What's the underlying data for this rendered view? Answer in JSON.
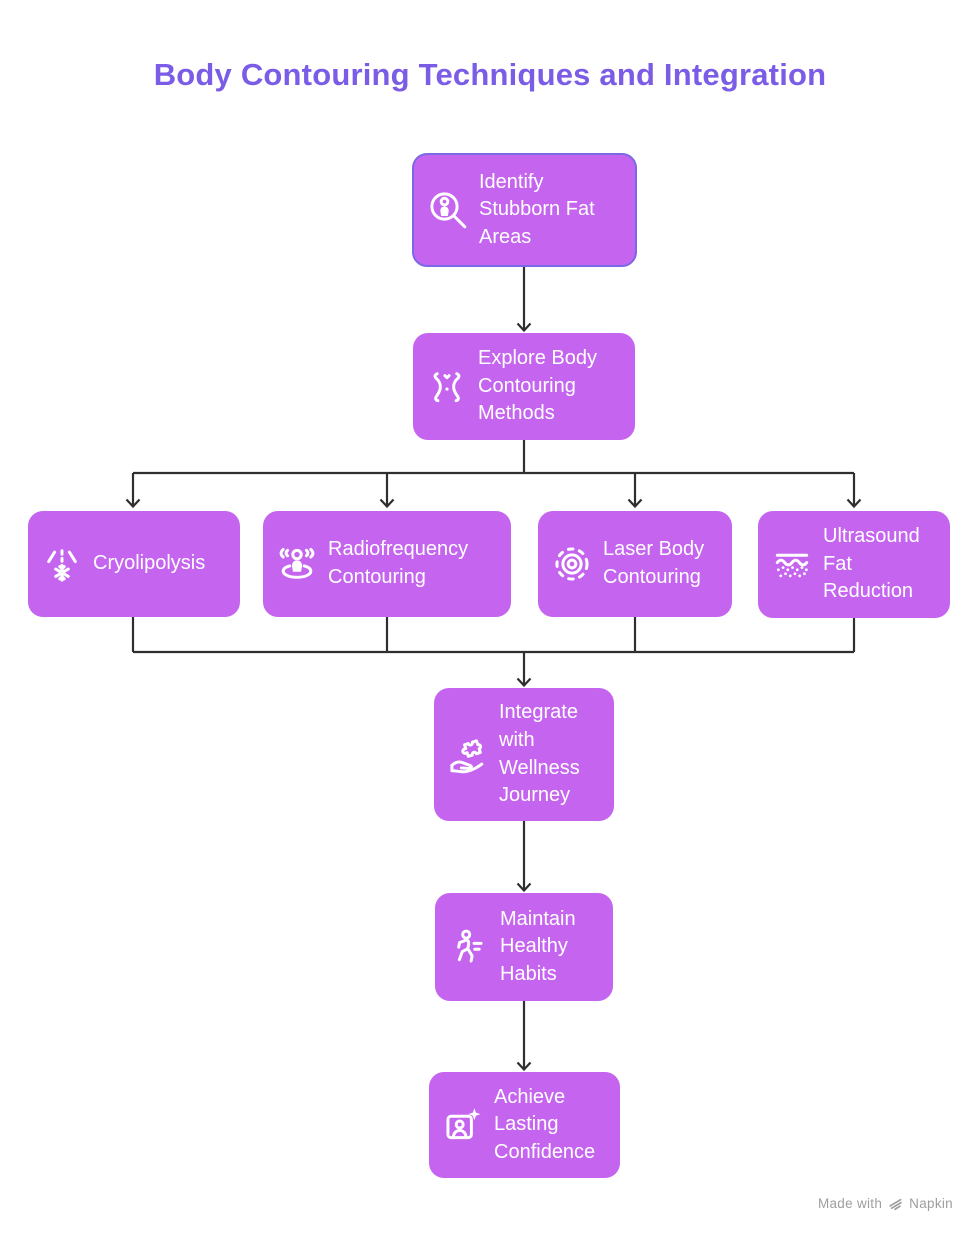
{
  "title": "Body Contouring Techniques and Integration",
  "nodes": [
    {
      "id": "identify",
      "label": "Identify Stubborn Fat Areas",
      "icon": "search-person-icon"
    },
    {
      "id": "explore",
      "label": "Explore Body Contouring Methods",
      "icon": "body-contour-icon"
    },
    {
      "id": "cryolipolysis",
      "label": "Cryolipolysis",
      "icon": "cold-snowflake-icon"
    },
    {
      "id": "radiofrequency",
      "label": "Radiofrequency Contouring",
      "icon": "radiofrequency-person-icon"
    },
    {
      "id": "laser",
      "label": "Laser Body Contouring",
      "icon": "laser-target-icon"
    },
    {
      "id": "ultrasound",
      "label": "Ultrasound Fat Reduction",
      "icon": "ultrasound-waves-icon"
    },
    {
      "id": "integrate",
      "label": "Integrate with Wellness Journey",
      "icon": "puzzle-hand-icon"
    },
    {
      "id": "maintain",
      "label": "Maintain Healthy Habits",
      "icon": "runner-icon"
    },
    {
      "id": "achieve",
      "label": "Achieve Lasting Confidence",
      "icon": "portrait-sparkle-icon"
    }
  ],
  "edges": [
    {
      "from": "identify",
      "to": "explore"
    },
    {
      "from": "explore",
      "to": "cryolipolysis"
    },
    {
      "from": "explore",
      "to": "radiofrequency"
    },
    {
      "from": "explore",
      "to": "laser"
    },
    {
      "from": "explore",
      "to": "ultrasound"
    },
    {
      "from": "cryolipolysis",
      "to": "integrate"
    },
    {
      "from": "radiofrequency",
      "to": "integrate"
    },
    {
      "from": "laser",
      "to": "integrate"
    },
    {
      "from": "ultrasound",
      "to": "integrate"
    },
    {
      "from": "integrate",
      "to": "maintain"
    },
    {
      "from": "maintain",
      "to": "achieve"
    }
  ],
  "colors": {
    "node_fill": "#c565ef",
    "highlight_border": "#7a68e6",
    "title": "#7b5ce6",
    "connector": "#2f2f2f",
    "node_text": "#ffffff",
    "watermark": "#9e9e9e",
    "background": "#ffffff"
  },
  "watermark": {
    "prefix": "Made with",
    "brand": "Napkin",
    "icon": "napkin-logo-icon"
  }
}
